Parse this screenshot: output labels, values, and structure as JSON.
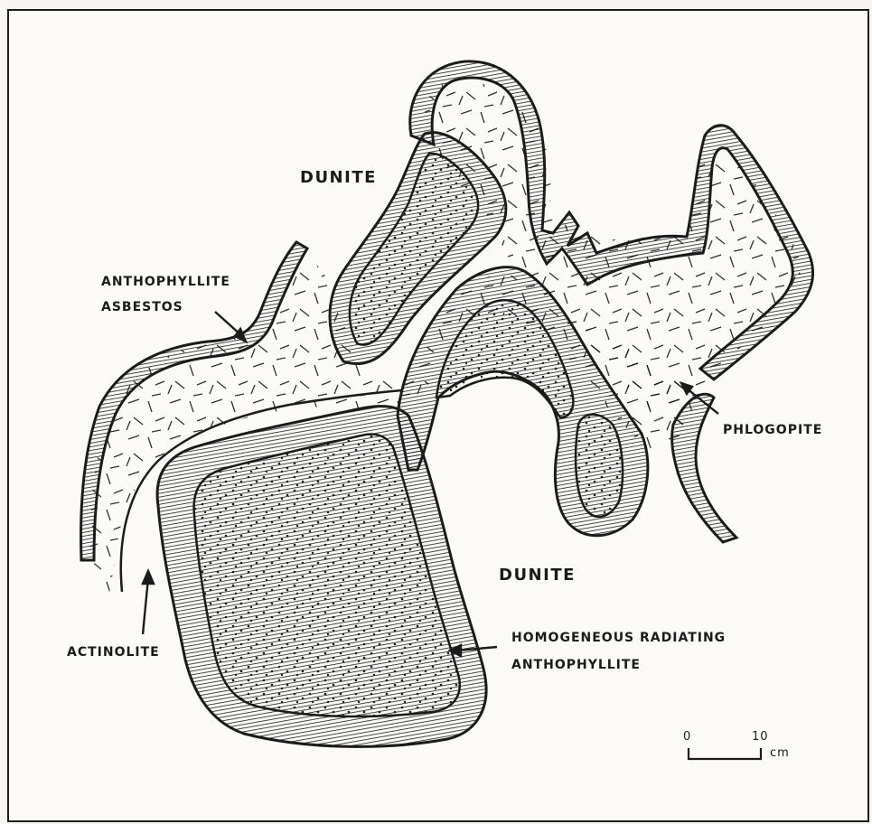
{
  "labels": {
    "dunite_top": "DUNITE",
    "dunite_bottom": "DUNITE",
    "anthophyllite_asbestos_1": "ANTHOPHYLLITE",
    "anthophyllite_asbestos_2": "ASBESTOS",
    "phlogopite": "PHLOGOPITE",
    "actinolite": "ACTINOLITE",
    "homogeneous_1": "HOMOGENEOUS RADIATING",
    "homogeneous_2": "ANTHOPHYLLITE"
  },
  "scale_bar": {
    "start": "0",
    "end": "10",
    "unit": "cm"
  },
  "colors": {
    "ink": "#1b1b1b",
    "paper": "#fbfaf7"
  }
}
